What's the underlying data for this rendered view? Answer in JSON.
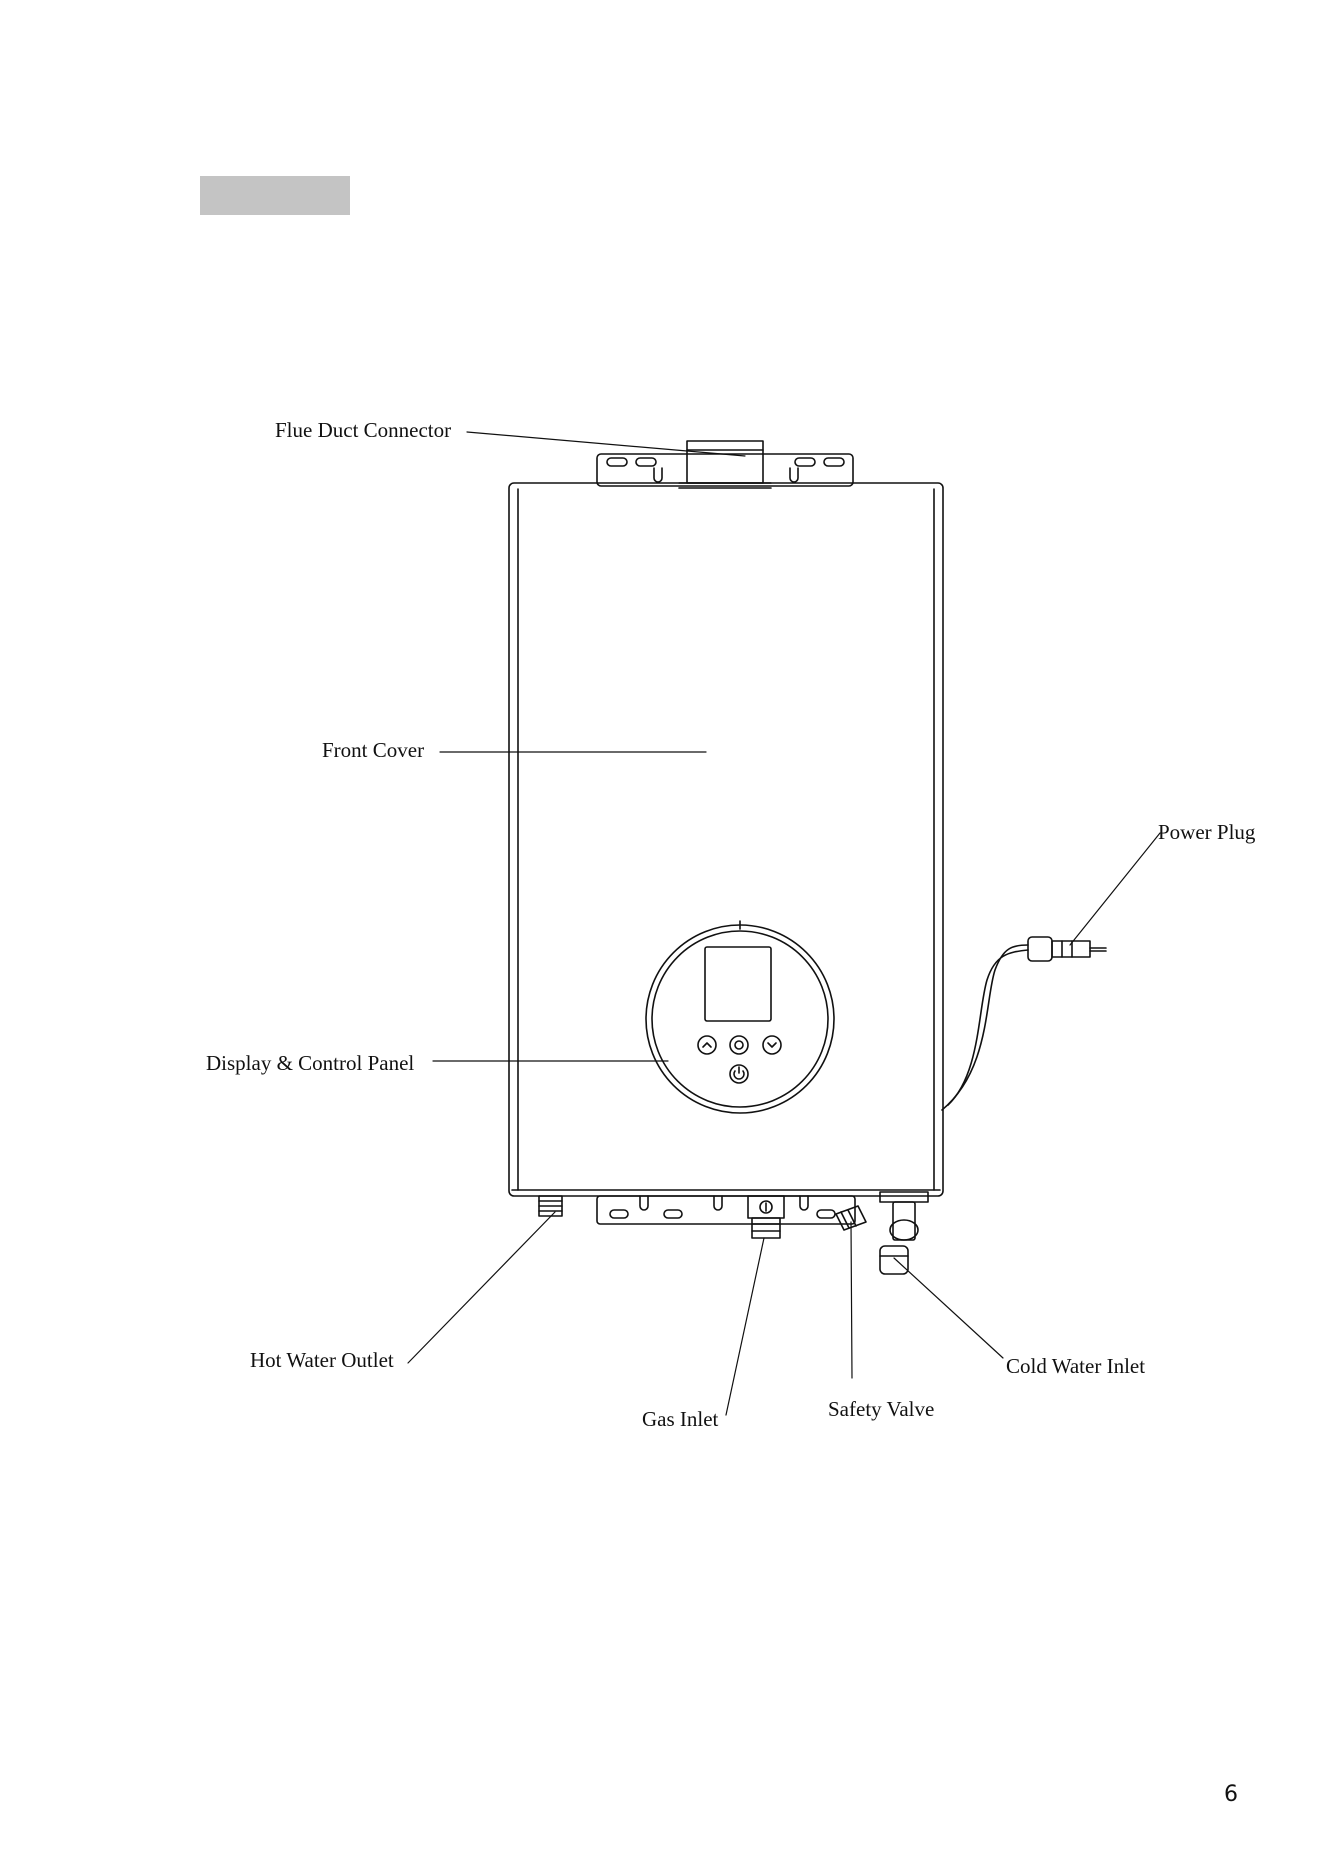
{
  "labels": {
    "flue_duct_connector": "Flue Duct Connector",
    "front_cover": "Front Cover",
    "power_plug": "Power Plug",
    "display_control_panel": "Display & Control Panel",
    "hot_water_outlet": "Hot Water Outlet",
    "gas_inlet": "Gas Inlet",
    "safety_valve": "Safety Valve",
    "cold_water_inlet": "Cold Water Inlet"
  },
  "page_number": "6",
  "colors": {
    "header_box": "#c4c4c4",
    "line": "#111111"
  }
}
